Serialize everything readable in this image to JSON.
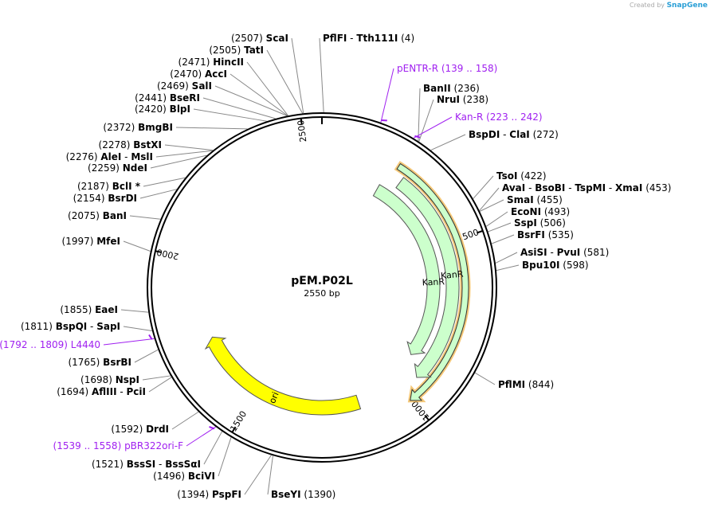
{
  "credit": {
    "prefix": "Created by",
    "brand": "SnapGene"
  },
  "plasmid": {
    "name": "pEM.P02L",
    "length_label": "2550 bp",
    "length": 2550
  },
  "ticks": [
    "500",
    "1000",
    "1500",
    "2000",
    "2500"
  ],
  "features": [
    {
      "name": "KanR",
      "start": 229,
      "end": 1006,
      "color": "#ccffcc",
      "label": "KanR"
    },
    {
      "name": "KanR",
      "start": 207,
      "end": 900,
      "color": "#ccffcc",
      "label": "KanR"
    },
    {
      "name": "ori",
      "start": 1150,
      "end": 1740,
      "color": "#ffff00",
      "label": "ori"
    }
  ],
  "sites_right": [
    {
      "pos": 4,
      "name": "PflFI",
      "name2": "Tth111I",
      "num": "(4)"
    },
    {
      "pos": 139,
      "name": "pENTR-R",
      "num": "(139 .. 158)",
      "primer": true
    },
    {
      "pos": 236,
      "name": "BanII",
      "num": "(236)"
    },
    {
      "pos": 238,
      "name": "NruI",
      "num": "(238)"
    },
    {
      "pos": 223,
      "name": "Kan-R",
      "num": "(223 .. 242)",
      "primer": true
    },
    {
      "pos": 272,
      "name": "BspDI",
      "name2": "ClaI",
      "num": "(272)"
    },
    {
      "pos": 422,
      "name": "TsoI",
      "num": "(422)"
    },
    {
      "pos": 453,
      "name": "AvaI",
      "name2": "BsoBI",
      "name3": "TspMI",
      "name4": "XmaI",
      "num": "(453)"
    },
    {
      "pos": 455,
      "name": "SmaI",
      "num": "(455)"
    },
    {
      "pos": 493,
      "name": "EcoNI",
      "num": "(493)"
    },
    {
      "pos": 506,
      "name": "SspI",
      "num": "(506)"
    },
    {
      "pos": 535,
      "name": "BsrFI",
      "num": "(535)"
    },
    {
      "pos": 581,
      "name": "AsiSI",
      "name2": "PvuI",
      "num": "(581)"
    },
    {
      "pos": 598,
      "name": "Bpu10I",
      "num": "(598)"
    },
    {
      "pos": 844,
      "name": "PflMI",
      "num": "(844)"
    }
  ],
  "sites_left": [
    {
      "pos": 2507,
      "num": "(2507)",
      "name": "ScaI"
    },
    {
      "pos": 2505,
      "num": "(2505)",
      "name": "TatI"
    },
    {
      "pos": 2471,
      "num": "(2471)",
      "name": "HincII"
    },
    {
      "pos": 2470,
      "num": "(2470)",
      "name": "AccI"
    },
    {
      "pos": 2469,
      "num": "(2469)",
      "name": "SalI"
    },
    {
      "pos": 2441,
      "num": "(2441)",
      "name": "BseRI"
    },
    {
      "pos": 2420,
      "num": "(2420)",
      "name": "BlpI"
    },
    {
      "pos": 2372,
      "num": "(2372)",
      "name": "BmgBI"
    },
    {
      "pos": 2278,
      "num": "(2278)",
      "name": "BstXI"
    },
    {
      "pos": 2276,
      "num": "(2276)",
      "name": "AleI",
      "name2": "MslI"
    },
    {
      "pos": 2259,
      "num": "(2259)",
      "name": "NdeI"
    },
    {
      "pos": 2187,
      "num": "(2187)",
      "name": "BclI *"
    },
    {
      "pos": 2154,
      "num": "(2154)",
      "name": "BsrDI"
    },
    {
      "pos": 2075,
      "num": "(2075)",
      "name": "BanI"
    },
    {
      "pos": 1997,
      "num": "(1997)",
      "name": "MfeI"
    },
    {
      "pos": 1855,
      "num": "(1855)",
      "name": "EaeI"
    },
    {
      "pos": 1811,
      "num": "(1811)",
      "name": "BspQI",
      "name2": "SapI"
    },
    {
      "pos": 1792,
      "num": "(1792 .. 1809)",
      "name": "L4440",
      "primer": true
    },
    {
      "pos": 1765,
      "num": "(1765)",
      "name": "BsrBI"
    },
    {
      "pos": 1698,
      "num": "(1698)",
      "name": "NspI"
    },
    {
      "pos": 1694,
      "num": "(1694)",
      "name": "AflIII",
      "name2": "PciI"
    },
    {
      "pos": 1592,
      "num": "(1592)",
      "name": "DrdI"
    },
    {
      "pos": 1539,
      "num": "(1539 .. 1558)",
      "name": "pBR322ori-F",
      "primer": true
    },
    {
      "pos": 1521,
      "num": "(1521)",
      "name": "BssSI",
      "name2": "BssSαI"
    },
    {
      "pos": 1496,
      "num": "(1496)",
      "name": "BciVI"
    },
    {
      "pos": 1394,
      "num": "(1394)",
      "name": "PspFI"
    }
  ],
  "site_bottom": {
    "pos": 1390,
    "name": "BseYI",
    "num": "(1390)"
  }
}
